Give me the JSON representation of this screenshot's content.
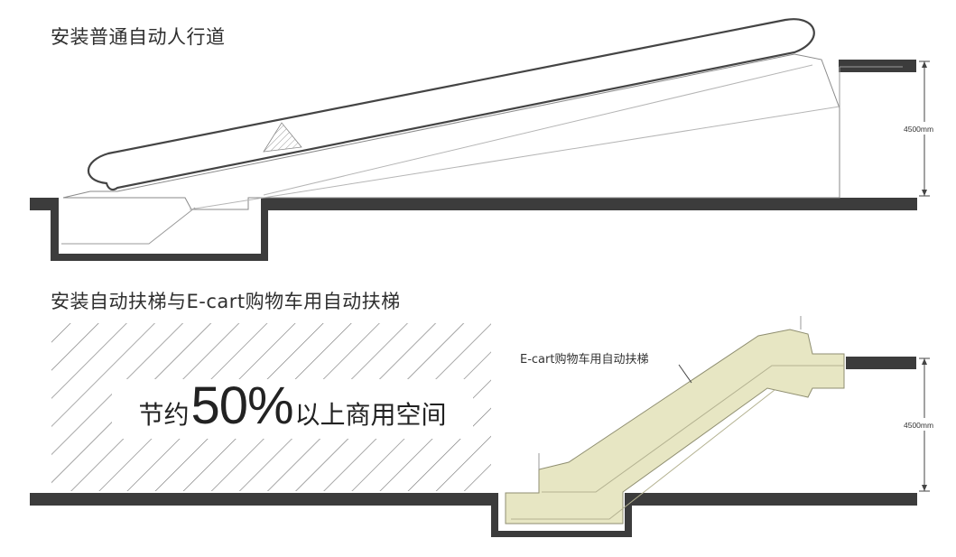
{
  "top_diagram": {
    "title": "安装普通自动人行道",
    "dimension_label": "4500mm"
  },
  "bottom_diagram": {
    "title": "安装自动扶梯与E-cart购物车用自动扶梯",
    "escalator_label": "E-cart购物车用自动扶梯",
    "dimension_label": "4500mm",
    "callout": {
      "prefix": "节约",
      "value": "50%",
      "suffix": "以上商用空间"
    }
  },
  "colors": {
    "floor": "#3c3c3c",
    "outline": "#444444",
    "escalator_fill": "#e7e6c3",
    "hatch": "#7a7a7a"
  }
}
